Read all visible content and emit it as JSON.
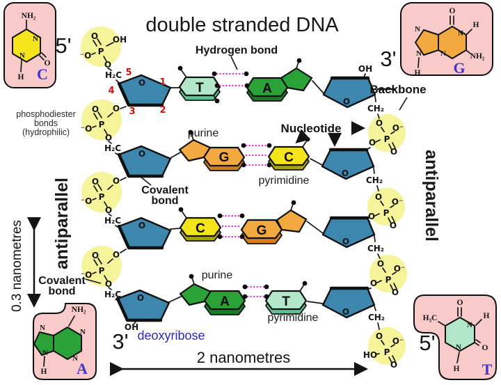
{
  "title": "double stranded DNA",
  "labels": {
    "hydrogen_bond": "Hydrogen bond",
    "backbone": "Backbone",
    "nucleotide": "Nucleotide",
    "purine": "purine",
    "pyrimidine": "pyrimidine",
    "covalent_line1": "Covalent",
    "covalent_line2": "bond",
    "phosphodiester_line1": "phosphodiester",
    "phosphodiester_line2": "bonds",
    "phosphodiester_line3": "(hydrophilic)",
    "antiparallel": "antiparallel",
    "deoxyribose": "deoxyribose",
    "scale_vertical": "0.3 nanometres",
    "scale_horizontal": "2 nanometres",
    "five_prime": "5'",
    "three_prime": "3'"
  },
  "atoms": {
    "o": "O",
    "p": "P",
    "oh": "OH",
    "ho": "HO",
    "o_minus": "O⁻",
    "minus_o": "⁻O",
    "h2c": "H₂C",
    "ch2": "CH₂",
    "nh2": "NH₂",
    "h3c": "H₃C",
    "n": "N",
    "h": "H"
  },
  "sugar_numbers": [
    "1",
    "2",
    "3",
    "4",
    "5"
  ],
  "base_pairs": [
    {
      "left": "T",
      "right": "A"
    },
    {
      "left": "G",
      "right": "C"
    },
    {
      "left": "C",
      "right": "G"
    },
    {
      "left": "A",
      "right": "T"
    }
  ],
  "corner_molecules": {
    "top_left": "C",
    "top_right": "G",
    "bottom_left": "A",
    "bottom_right": "T"
  },
  "colors": {
    "sugar": "#3d86ad",
    "phosphate": "#f6f49b",
    "base_t_front": "#b2e8c9",
    "base_t_side": "#5fc293",
    "base_a_front": "#2ba237",
    "base_a_side": "#1b7c28",
    "base_g_front": "#f2a93f",
    "base_g_side": "#d07f1c",
    "base_c_front": "#f4e41c",
    "base_c_side": "#a8a018",
    "corner_box": "#f9caca",
    "corner_border": "#e86f6f",
    "hydrogen_bond": "#ee22cc",
    "corner_letter": "#4433cc",
    "number_red": "#cc1111",
    "deoxyribose_text": "#2a2ab8"
  }
}
